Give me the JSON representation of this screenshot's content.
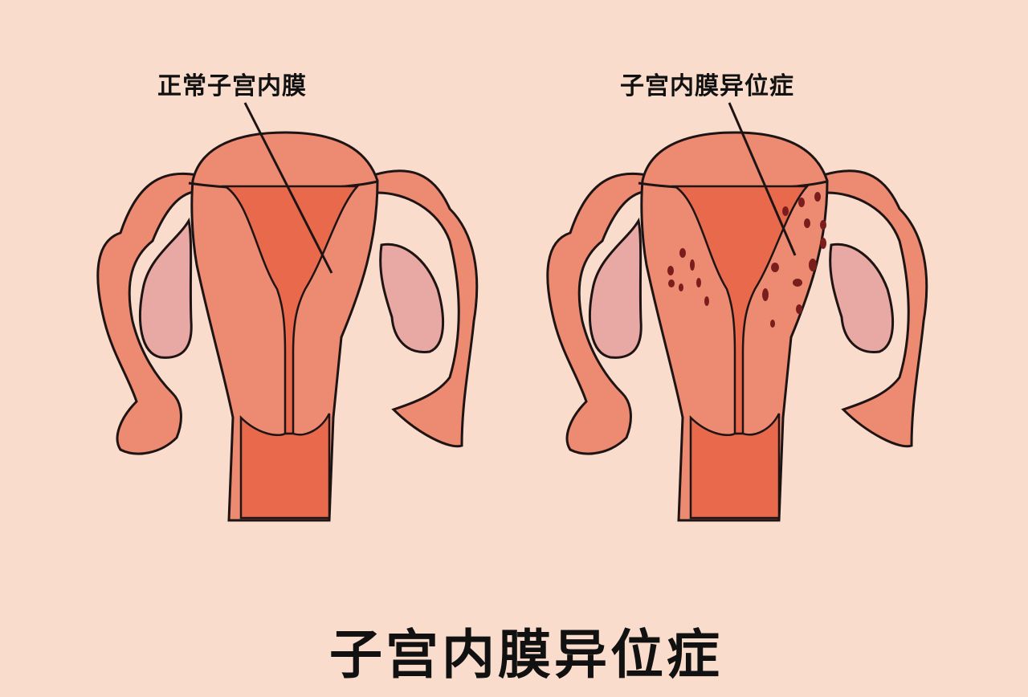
{
  "diagram": {
    "title": "子宫内膜异位症",
    "panels": [
      {
        "label": "正常子宫内膜",
        "state": "normal"
      },
      {
        "label": "子宫内膜异位症",
        "state": "endometriosis"
      }
    ]
  },
  "colors": {
    "background": "#f9dccb",
    "uterus_wall": "#ec8a72",
    "uterus_cavity": "#e8694c",
    "ovary": "#e8a8a4",
    "outline": "#1e1414",
    "lesion": "#7a1d1d"
  }
}
